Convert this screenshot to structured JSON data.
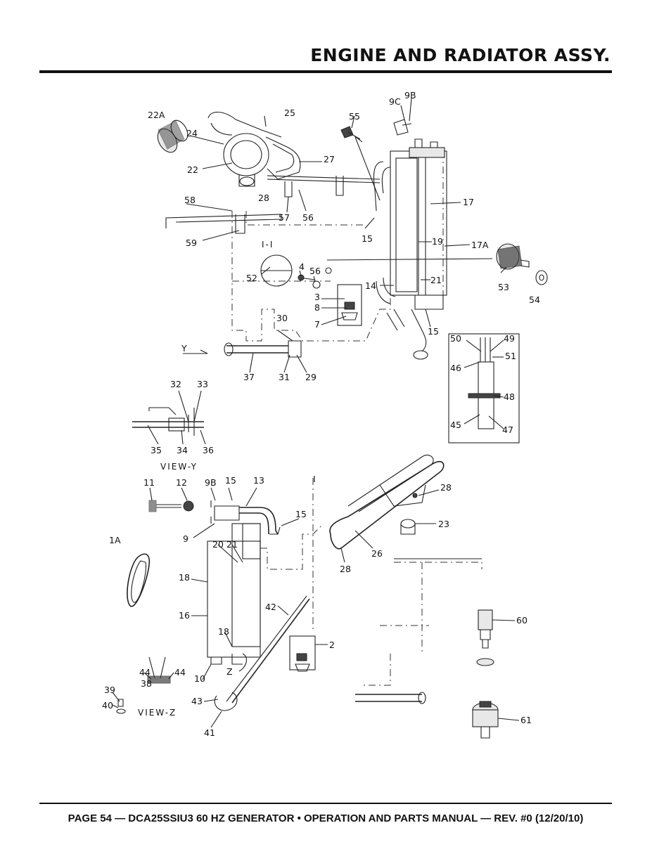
{
  "header": {
    "title": "ENGINE AND RADIATOR ASSY."
  },
  "footer": {
    "text": "PAGE 54 — DCA25SSIU3 60 HZ GENERATOR • OPERATION AND PARTS MANUAL — REV. #0 (12/20/10)"
  },
  "diagram": {
    "view_labels": {
      "view_y": "VIEW-Y",
      "view_z": "VIEW-Z",
      "section": "I-I",
      "y_mark": "Y",
      "z_mark": "Z",
      "i_mark": "I"
    },
    "callouts": [
      "22A",
      "24",
      "25",
      "22",
      "27",
      "28",
      "58",
      "57",
      "56",
      "59",
      "55",
      "9C",
      "9B",
      "17",
      "17A",
      "19",
      "21",
      "15",
      "15",
      "14",
      "53",
      "54",
      "52",
      "4",
      "56",
      "3",
      "8",
      "7",
      "30",
      "29",
      "31",
      "37",
      "32",
      "33",
      "35",
      "34",
      "36",
      "50",
      "49",
      "46",
      "51",
      "48",
      "45",
      "47",
      "11",
      "12",
      "9B",
      "15",
      "13",
      "9",
      "15",
      "28",
      "23",
      "26",
      "28",
      "1A",
      "20",
      "21",
      "18",
      "16",
      "18",
      "42",
      "2",
      "60",
      "61",
      "44",
      "44",
      "38",
      "39",
      "40",
      "10",
      "43",
      "41"
    ]
  }
}
